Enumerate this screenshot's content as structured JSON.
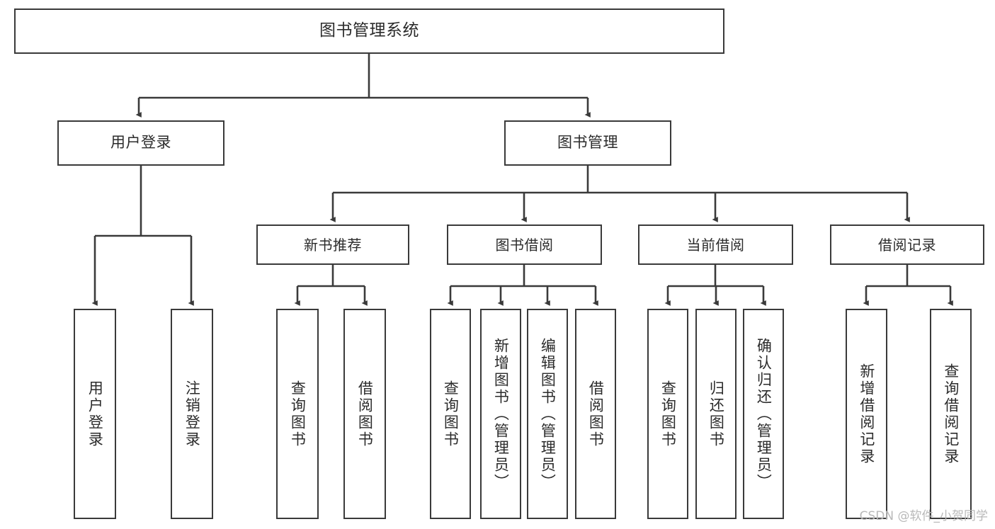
{
  "diagram": {
    "type": "hierarchy-tree",
    "title": "图书管理系统",
    "watermark": "CSDN @软件_小贺同学",
    "colors": {
      "background": "#ffffff",
      "border": "#3a3a3a",
      "text": "#2b2b2b",
      "edge": "#3a3a3a",
      "watermark": "#b9b9b9"
    },
    "levels": {
      "root": {
        "label": "图书管理系统"
      },
      "level1": [
        {
          "label": "用户登录"
        },
        {
          "label": "图书管理"
        }
      ],
      "level2": [
        {
          "label": "新书推荐",
          "parent": "图书管理"
        },
        {
          "label": "图书借阅",
          "parent": "图书管理"
        },
        {
          "label": "当前借阅",
          "parent": "图书管理"
        },
        {
          "label": "借阅记录",
          "parent": "图书管理"
        }
      ],
      "leaves": {
        "user_login": [
          {
            "label": "用户登录"
          },
          {
            "label": "注销登录"
          }
        ],
        "new_book": [
          {
            "label": "查询图书"
          },
          {
            "label": "借阅图书"
          }
        ],
        "book_borrow": [
          {
            "label": "查询图书"
          },
          {
            "label": "新增图书（管理员）"
          },
          {
            "label": "编辑图书（管理员）"
          },
          {
            "label": "借阅图书"
          }
        ],
        "current_borrow": [
          {
            "label": "查询图书"
          },
          {
            "label": "归还图书"
          },
          {
            "label": "确认归还（管理员）"
          }
        ],
        "borrow_record": [
          {
            "label": "新增借阅记录"
          },
          {
            "label": "查询借阅记录"
          }
        ]
      }
    }
  }
}
